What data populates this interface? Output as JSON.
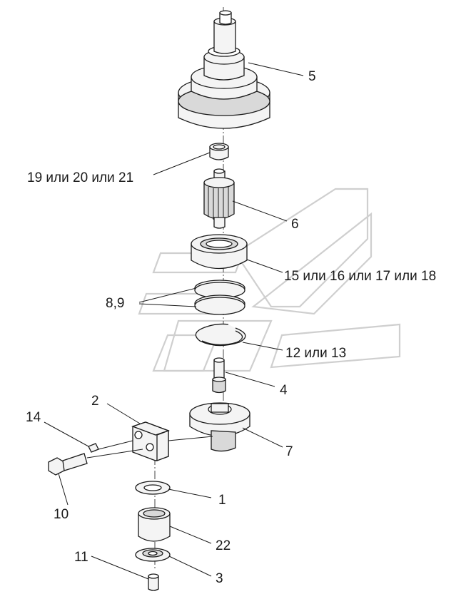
{
  "callouts": {
    "c5": "5",
    "c19": "19 или 20 или 21",
    "c6": "6",
    "c15": "15 или 16 или 17 или 18",
    "c89": "8,9",
    "c12": "12 или 13",
    "c4": "4",
    "c2": "2",
    "c14": "14",
    "c7": "7",
    "c1": "1",
    "c10": "10",
    "c22": "22",
    "c11": "11",
    "c3": "3"
  }
}
